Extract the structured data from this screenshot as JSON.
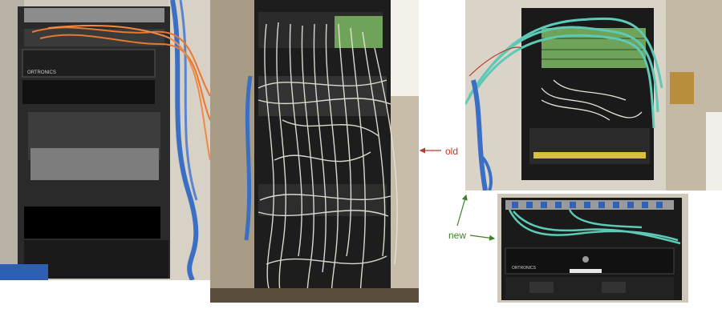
{
  "labels": {
    "old": "old",
    "new": "new"
  },
  "colors": {
    "old_label": "#c0392b",
    "new_label": "#3f7f2a",
    "cable_orange": "#e8782f",
    "cable_white": "#e6e2d6",
    "cable_teal": "#5fc9b8",
    "cable_blue": "#3b6fc4",
    "rack_black": "#1a1a1a",
    "patch_green": "#6fa35a"
  },
  "photos": [
    {
      "name": "rack-with-orange-fiber"
    },
    {
      "name": "old-messy-cabling"
    },
    {
      "name": "new-organized-rack"
    },
    {
      "name": "new-fiber-panel-closeup"
    }
  ],
  "brand_text": "ORTRONICS"
}
